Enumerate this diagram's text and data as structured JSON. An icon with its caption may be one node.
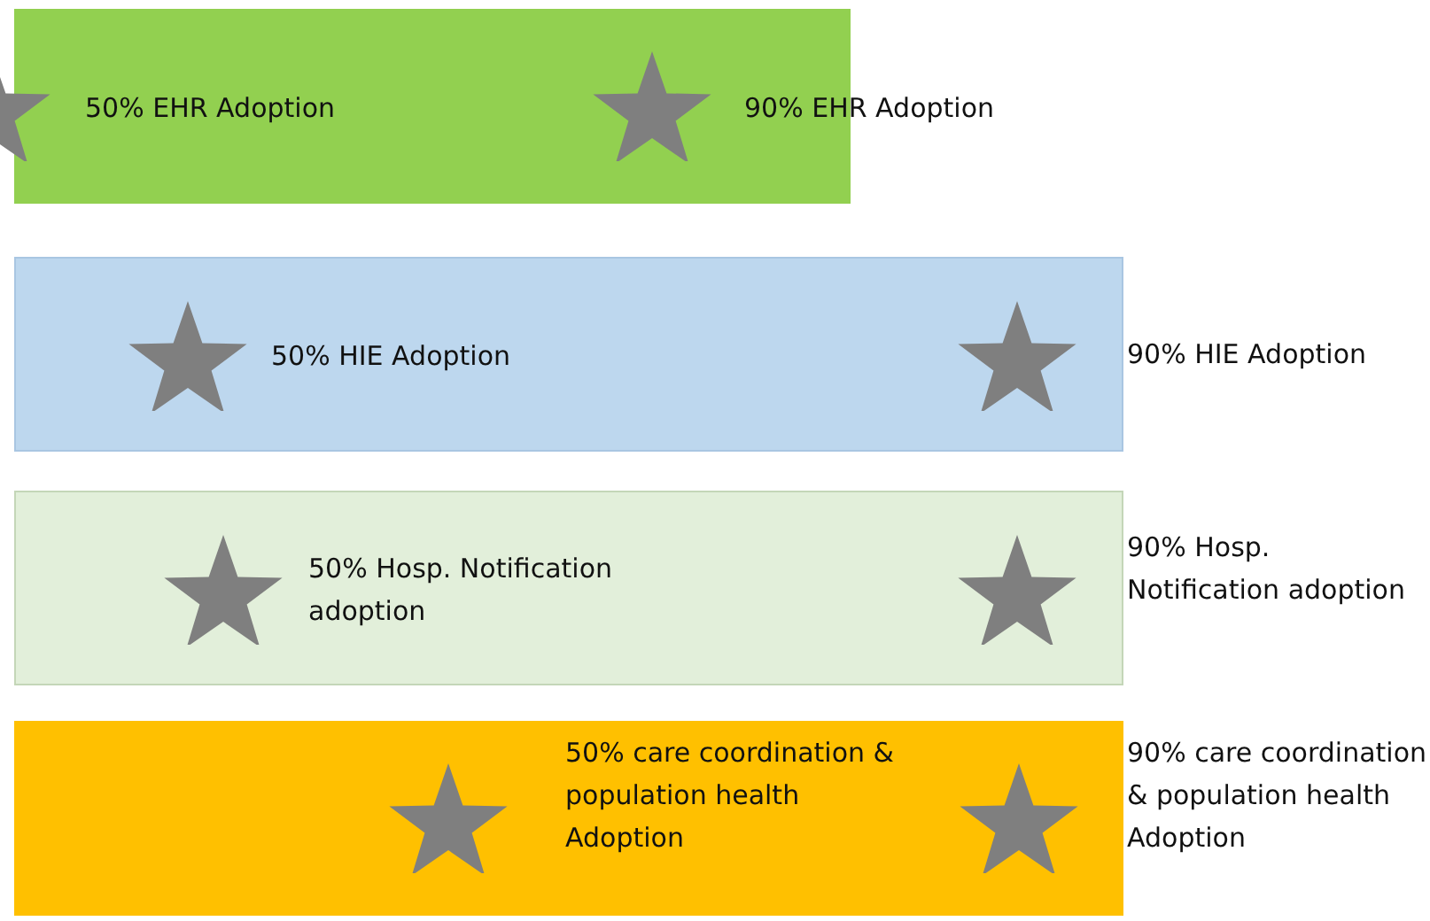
{
  "diagram": {
    "nodes": [
      {
        "text": [
          "50% EHR Adoption",
          "90% EHR Adoption"
        ]
      },
      {
        "text": [
          "50% HIE Adoption"
        ],
        "beside": [
          "90% HIE Adoption"
        ]
      },
      {
        "text": [
          "50% Hosp. Notification adoption"
        ],
        "beside": [
          "90% Hosp. Notification adoption"
        ]
      },
      {
        "text": [
          "50% care coordination & population health Adoption"
        ],
        "beside": [
          "90% care coordination & population health Adoption"
        ]
      }
    ]
  }
}
